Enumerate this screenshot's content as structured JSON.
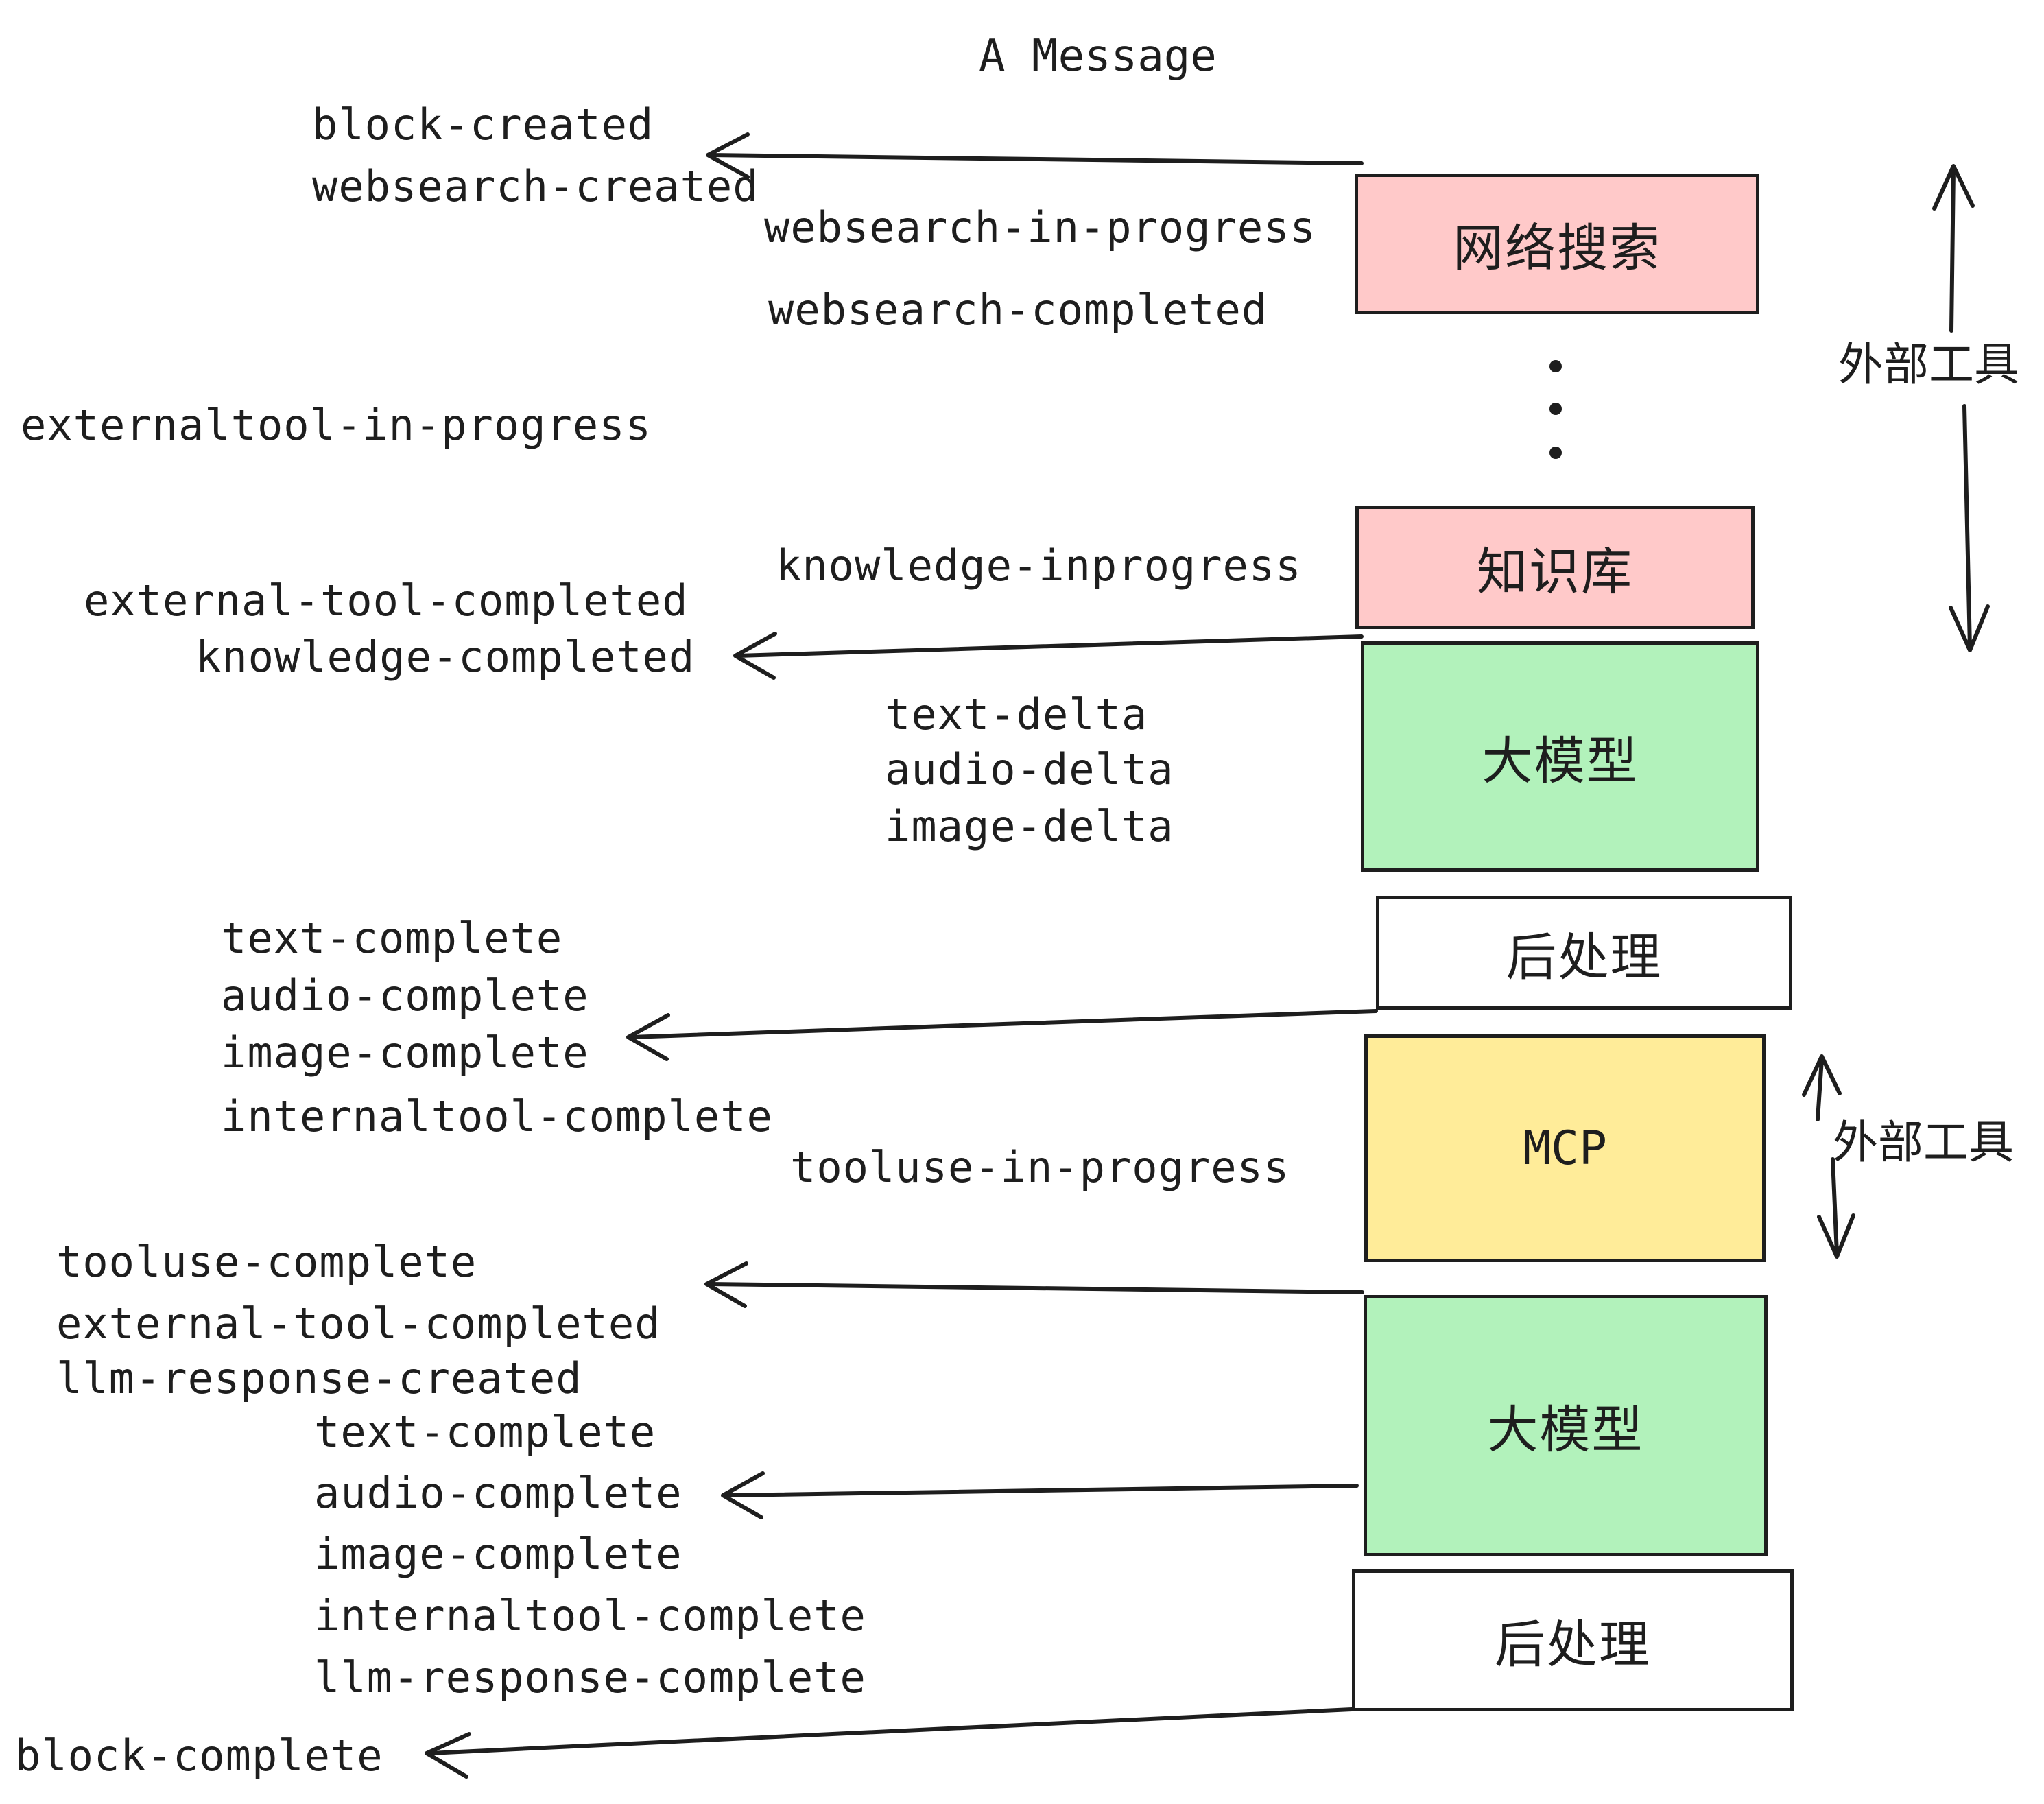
{
  "title": "A Message",
  "colors": {
    "background": "#ffffff",
    "stroke": "#1e1e1e",
    "box_pink": "#ffc9c9",
    "box_green": "#b2f2bb",
    "box_yellow": "#ffec99",
    "box_white": "#ffffff"
  },
  "boxes": [
    {
      "id": "websearch",
      "label": "网络搜索"
    },
    {
      "id": "knowledge",
      "label": "知识库"
    },
    {
      "id": "llm-1",
      "label": "大模型"
    },
    {
      "id": "postprocess-1",
      "label": "后处理"
    },
    {
      "id": "mcp",
      "label": "MCP"
    },
    {
      "id": "llm-2",
      "label": "大模型"
    },
    {
      "id": "postprocess-2",
      "label": "后处理"
    }
  ],
  "events": [
    {
      "text": "block-created"
    },
    {
      "text": "websearch-created"
    },
    {
      "text": "websearch-in-progress"
    },
    {
      "text": "websearch-completed"
    },
    {
      "text": "externaltool-in-progress"
    },
    {
      "text": "knowledge-inprogress"
    },
    {
      "text": "external-tool-completed"
    },
    {
      "text": "knowledge-completed"
    },
    {
      "text": "text-delta"
    },
    {
      "text": "audio-delta"
    },
    {
      "text": "image-delta"
    },
    {
      "text": "text-complete"
    },
    {
      "text": "audio-complete"
    },
    {
      "text": "image-complete"
    },
    {
      "text": "internaltool-complete"
    },
    {
      "text": "tooluse-in-progress"
    },
    {
      "text": "tooluse-complete"
    },
    {
      "text": "external-tool-completed"
    },
    {
      "text": "llm-response-created"
    },
    {
      "text": "text-complete"
    },
    {
      "text": "audio-complete"
    },
    {
      "text": "image-complete"
    },
    {
      "text": "internaltool-complete"
    },
    {
      "text": "llm-response-complete"
    },
    {
      "text": "block-complete"
    }
  ],
  "side_labels": [
    {
      "text": "外部工具"
    },
    {
      "text": "外部工具"
    }
  ],
  "ellipsis_dots": 3
}
